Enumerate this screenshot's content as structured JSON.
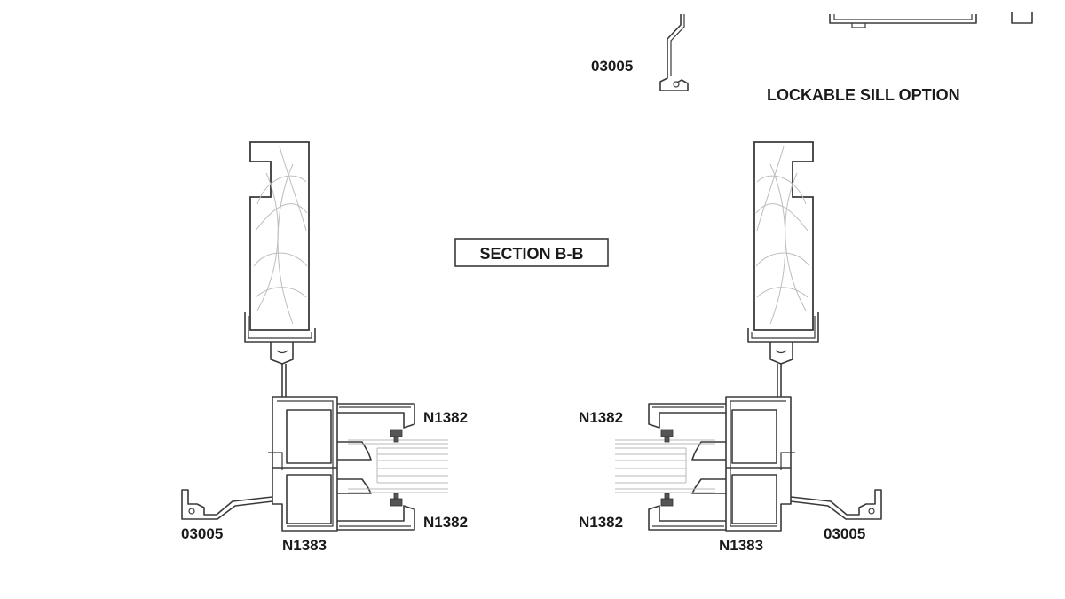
{
  "title_box": {
    "text": "SECTION B-B"
  },
  "lockable": {
    "text": "LOCKABLE SILL  OPTION"
  },
  "labels": {
    "top_sill": "03005",
    "left_upper_n1382": "N1382",
    "left_lower_n1382": "N1382",
    "left_n1383": "N1383",
    "left_sill": "03005",
    "right_upper_n1382": "N1382",
    "right_lower_n1382": "N1382",
    "right_n1383": "N1383",
    "right_sill": "03005"
  },
  "colors": {
    "line": "#3a3a3a",
    "text": "#1a1a1a",
    "grain": "#bdbdbd"
  }
}
